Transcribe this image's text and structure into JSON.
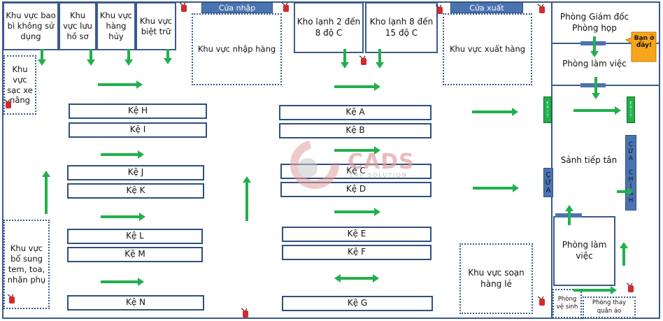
{
  "zones": {
    "bao_bi": "Khu vực bao bì không sử dụng",
    "luu_ho_so": "Khu vực lưu hồ sơ",
    "hang_huy": "Khu vực hàng hủy",
    "biet_tru": "Khu vực biệt trữ",
    "nhap_hang": "Khu vực nhập hàng",
    "kho_lanh_2_8": "Kho lạnh 2 đến 8 độ C",
    "kho_lanh_8_15": "Kho lạnh 8 đến 15 độ C",
    "xuat_hang": "Khu vực xuất hàng",
    "giam_doc": "Phòng Giám đốc Phòng họp",
    "lam_viec_top": "Phòng làm việc",
    "sac_xe_nang": "Khu vực sạc xe nâng",
    "bo_sung_tem": "Khu vực bổ sung tem, toa, nhãn phụ",
    "soan_hang_le": "Khu vực soạn hàng lẻ",
    "sanh_tiep_tan": "Sảnh tiếp tân",
    "lam_viec_bottom": "Phòng làm việc",
    "ve_sinh": "Phòng vệ sinh",
    "thay_quan_ao": "Phòng thay quần áo"
  },
  "shelves": {
    "H": "Kệ H",
    "I": "Kệ I",
    "J": "Kệ J",
    "K": "Kệ K",
    "L": "Kệ L",
    "M": "Kệ M",
    "N": "Kệ N",
    "A": "Kệ A",
    "B": "Kệ B",
    "C": "Kệ C",
    "D": "Kệ D",
    "E": "Kệ E",
    "F": "Kệ F",
    "G": "Kệ G"
  },
  "doors": {
    "nhap": "Cửa nhập",
    "xuat": "Cửa xuất",
    "side": "CỬA",
    "main": "CỬA CHÍNH"
  },
  "exit_label": "EXIT",
  "callout": "Bạn ở đây!",
  "watermark": {
    "brand": "CADS",
    "tagline": "ERP SOLUTION"
  },
  "colors": {
    "arrow": "#22b04c",
    "outline": "#3a5a8c",
    "door": "#4a74b0",
    "callout": "#f7a51c",
    "extinguisher": "#d42a2a",
    "watermark": "#e2a0a0"
  }
}
